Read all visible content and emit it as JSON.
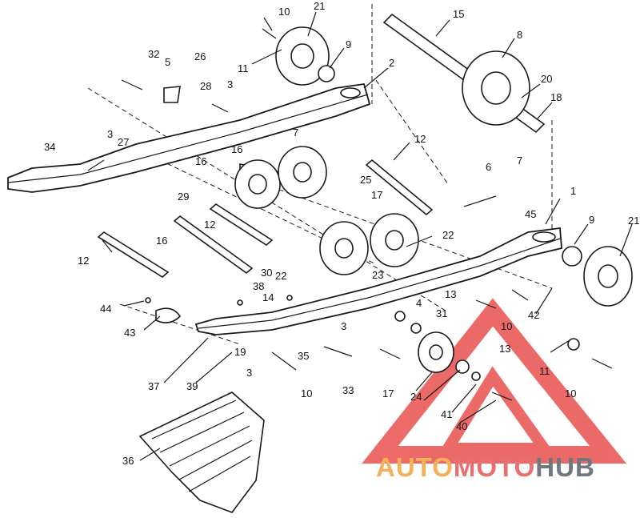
{
  "callouts": [
    "10",
    "21",
    "15",
    "11",
    "9",
    "8",
    "32",
    "5",
    "26",
    "2",
    "20",
    "28",
    "3",
    "18",
    "27",
    "3",
    "16",
    "34",
    "7",
    "12",
    "16",
    "6",
    "7",
    "25",
    "29",
    "17",
    "1",
    "45",
    "9",
    "21",
    "12",
    "16",
    "22",
    "12",
    "30",
    "22",
    "23",
    "38",
    "14",
    "4",
    "13",
    "44",
    "31",
    "43",
    "3",
    "10",
    "42",
    "19",
    "35",
    "13",
    "11",
    "37",
    "39",
    "3",
    "33",
    "10",
    "17",
    "24",
    "41",
    "40",
    "10",
    "36"
  ],
  "watermark": {
    "brand_a": "AUTO",
    "brand_b": "MOTO",
    "brand_c": "HUB",
    "colors": {
      "a": "#f2b05a",
      "b": "#e76f6f",
      "c": "#6f7780",
      "triangle": "#e53935"
    }
  }
}
